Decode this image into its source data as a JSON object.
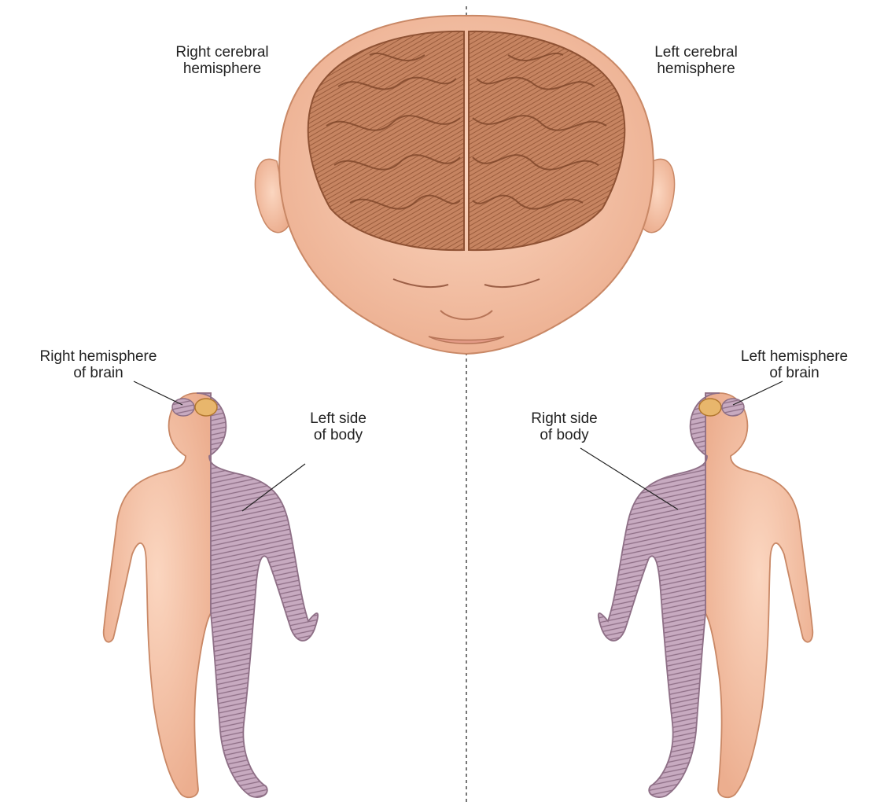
{
  "labels": {
    "right_cerebral_hemisphere": "Right cerebral\nhemisphere",
    "left_cerebral_hemisphere": "Left cerebral\nhemisphere",
    "right_hemisphere_of_brain": "Right hemisphere\nof brain",
    "left_hemisphere_of_brain": "Left hemisphere\nof brain",
    "left_side_of_body": "Left side\nof body",
    "right_side_of_body": "Right side\nof body"
  },
  "colors": {
    "skin": "#f6c2a6",
    "skin_shadow": "#e8a487",
    "brain": "#c7825c",
    "brain_dark": "#8f5234",
    "hatch_body": "#b99ab1",
    "hatch_line": "#8e6f86",
    "midline": "#777777",
    "leader_line": "#222222",
    "background": "#ffffff"
  }
}
